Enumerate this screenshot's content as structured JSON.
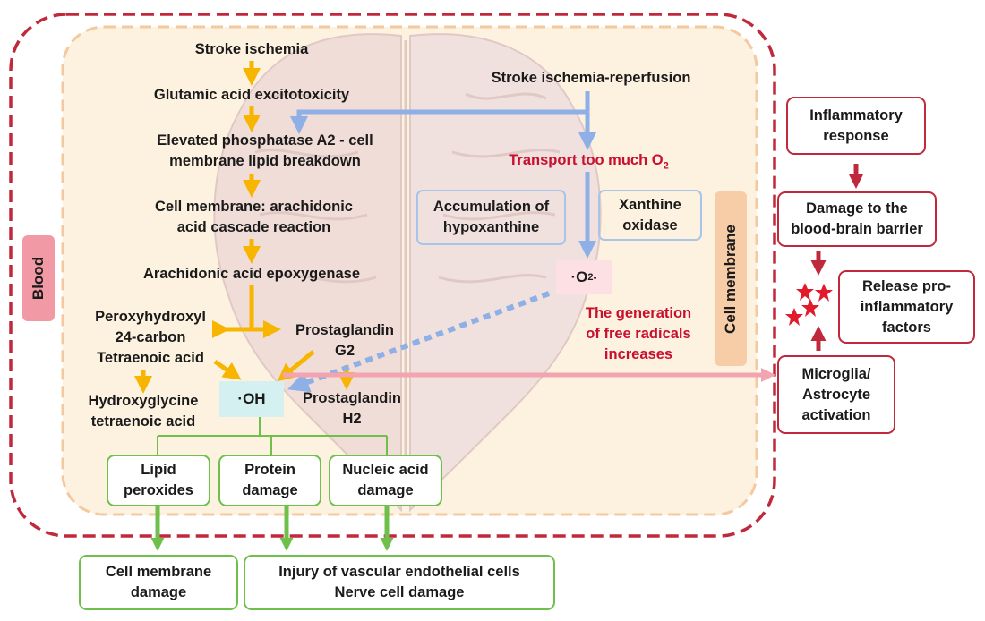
{
  "labels": {
    "blood": "Blood",
    "cell_membrane": "Cell membrane",
    "stroke_ischemia": "Stroke ischemia",
    "glutamic": "Glutamic acid excitotoxicity",
    "phosphatase": "Elevated phosphatase A2 - cell\nmembrane lipid breakdown",
    "arachidonic_cascade": "Cell membrane: arachidonic\nacid cascade reaction",
    "epoxygenase": "Arachidonic acid epoxygenase",
    "peroxyhydroxyl": "Peroxyhydroxyl\n24-carbon\nTetraenoic acid",
    "hydroxyglycine": "Hydroxyglycine\ntetraenoic acid",
    "prostaglandin_g2": "Prostaglandin\nG2",
    "prostaglandin_h2": "Prostaglandin\nH2",
    "oh": "·OH",
    "reperfusion": "Stroke ischemia-reperfusion",
    "transport_o2": "Transport too much O",
    "transport_o2_sub": "2",
    "hypoxanthine": "Accumulation of\nhypoxanthine",
    "xanthine_oxidase": "Xanthine\noxidase",
    "superoxide": "·O",
    "superoxide_sub": "2",
    "superoxide_sup": "-",
    "free_radicals": "The generation\nof free radicals\nincreases",
    "lipid_peroxides": "Lipid\nperoxides",
    "protein_damage": "Protein\ndamage",
    "nucleic_damage": "Nucleic acid\ndamage",
    "cell_membrane_damage": "Cell membrane\ndamage",
    "injury_vascular": "Injury of vascular endothelial cells\nNerve cell damage",
    "inflammatory_response": "Inflammatory\nresponse",
    "bbb_damage": "Damage to the\nblood-brain barrier",
    "release_factors": "Release pro-\ninflammatory\nfactors",
    "microglia": "Microglia/\nAstrocyte\nactivation"
  },
  "colors": {
    "outer_border": "#c0293b",
    "inner_border": "#f5c9a0",
    "inner_fill": "#fdf1e0",
    "yellow_arrow": "#f7b500",
    "blue_arrow": "#8eb0e6",
    "green": "#6fc04a",
    "red": "#c0293b",
    "oh_fill": "#d4f0f0",
    "o2_fill": "#fde0e3",
    "blood_fill": "#f19aa5",
    "cell_membrane_fill": "#f7cda8",
    "pink_arrow": "#f2a5b0"
  }
}
